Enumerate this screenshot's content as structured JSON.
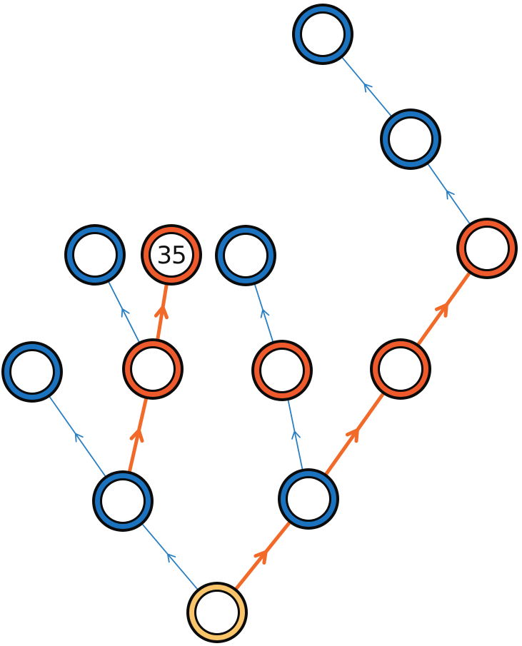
{
  "colors": {
    "root_ring": "#f9c46a",
    "blue_ring": "#1b73c0",
    "orange_ring": "#ef5a2d",
    "blue_edge": "#2a7fc2",
    "orange_edge": "#f26a2a",
    "outline": "#0b0b0b",
    "fill": "#ffffff"
  },
  "nodes": [
    {
      "id": "root",
      "kind": "root",
      "label": ""
    },
    {
      "id": "n1",
      "kind": "blue",
      "label": ""
    },
    {
      "id": "n2",
      "kind": "orange",
      "label": ""
    },
    {
      "id": "n3",
      "kind": "blue",
      "label": ""
    },
    {
      "id": "n4",
      "kind": "orange",
      "label": ""
    },
    {
      "id": "n5",
      "kind": "blue",
      "label": ""
    },
    {
      "id": "n6",
      "kind": "orange",
      "label": "35"
    },
    {
      "id": "n7",
      "kind": "blue",
      "label": ""
    },
    {
      "id": "n8",
      "kind": "blue",
      "label": ""
    },
    {
      "id": "n9",
      "kind": "orange",
      "label": ""
    },
    {
      "id": "n10",
      "kind": "orange",
      "label": ""
    },
    {
      "id": "n11",
      "kind": "blue",
      "label": ""
    },
    {
      "id": "n12",
      "kind": "blue",
      "label": ""
    },
    {
      "id": "n13",
      "kind": "blue",
      "label": ""
    }
  ],
  "edges": [
    {
      "from": "root",
      "to": "n1",
      "kind": "blue"
    },
    {
      "from": "root",
      "to": "n8",
      "kind": "orange"
    },
    {
      "from": "n1",
      "to": "n2",
      "kind": "orange"
    },
    {
      "from": "n1",
      "to": "n3",
      "kind": "blue"
    },
    {
      "from": "n2",
      "to": "n5",
      "kind": "blue"
    },
    {
      "from": "n2",
      "to": "n6",
      "kind": "orange"
    },
    {
      "from": "n8",
      "to": "n4",
      "kind": "blue"
    },
    {
      "from": "n4",
      "to": "n7",
      "kind": "blue"
    },
    {
      "from": "n8",
      "to": "n9",
      "kind": "orange"
    },
    {
      "from": "n9",
      "to": "n10",
      "kind": "orange"
    },
    {
      "from": "n10",
      "to": "n11",
      "kind": "blue"
    },
    {
      "from": "n11",
      "to": "n12",
      "kind": "blue"
    }
  ]
}
